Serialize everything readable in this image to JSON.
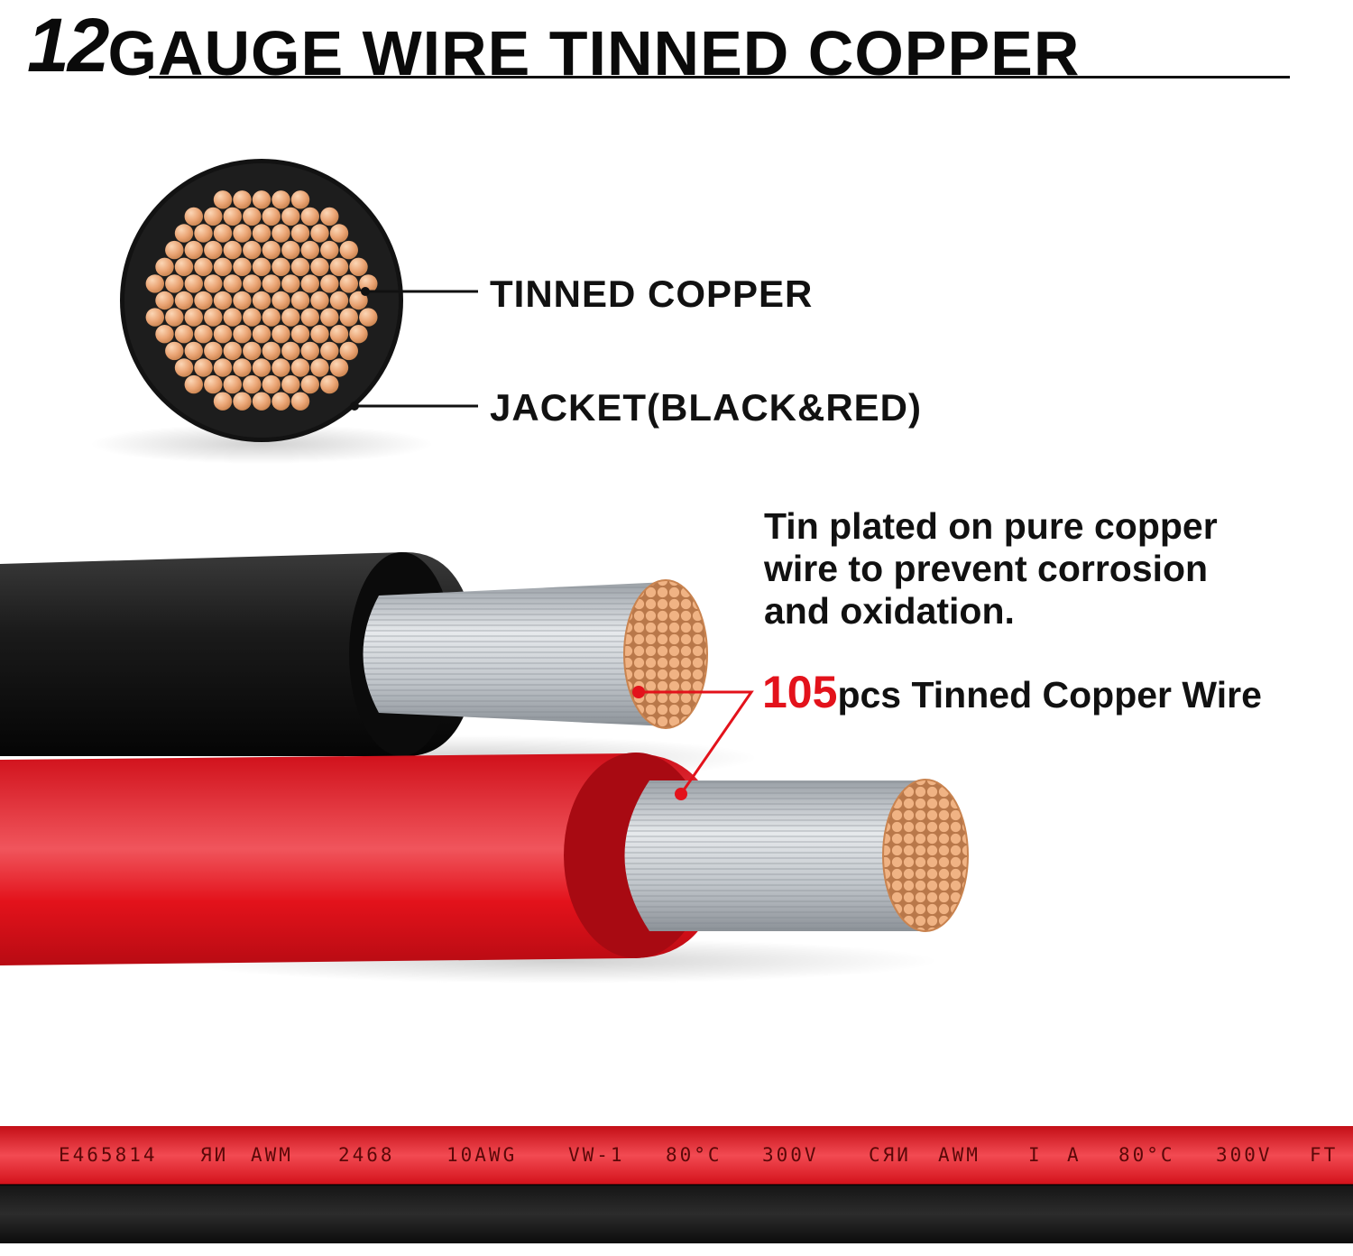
{
  "title": {
    "gauge_number": "12",
    "text": "GAUGE WIRE TINNED COPPER"
  },
  "callouts": {
    "conductor": "TINNED COPPER",
    "jacket": "JACKET(BLACK&RED)"
  },
  "description": {
    "line1": "Tin plated on pure copper",
    "line2": "wire to prevent corrosion",
    "line3": "and oxidation."
  },
  "strand_count": {
    "number": "105",
    "text": "pcs Tinned Copper Wire"
  },
  "cable_print": {
    "items": [
      "E465814",
      "ЯИ",
      "AWM",
      "2468",
      "10AWG",
      "VW-1",
      "80°C",
      "300V",
      "CЯИ",
      "AWM",
      "I",
      "A",
      "80°C",
      "300V",
      "FT"
    ]
  },
  "colors": {
    "copper": "#e8a26e",
    "jacket_black": "#1a1a1a",
    "jacket_red": "#e3121b",
    "accent_red": "#e3121b",
    "tinned_silver": "#c9cdd1"
  }
}
